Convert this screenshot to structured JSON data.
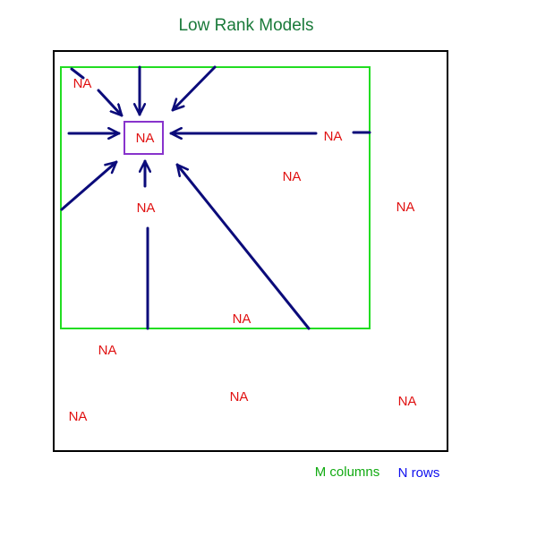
{
  "title": "Low Rank Models",
  "na_label": "NA",
  "legend": {
    "columns_label": "M columns",
    "rows_label": "N rows"
  },
  "colors": {
    "title": "#1a7a3a",
    "outer_frame": "#000000",
    "submatrix": "#22dd22",
    "target_cell": "#8833cc",
    "arrows": "#0b0b7a",
    "na_text": "#e01010",
    "columns_label": "#11aa11",
    "rows_label": "#1010ee"
  }
}
